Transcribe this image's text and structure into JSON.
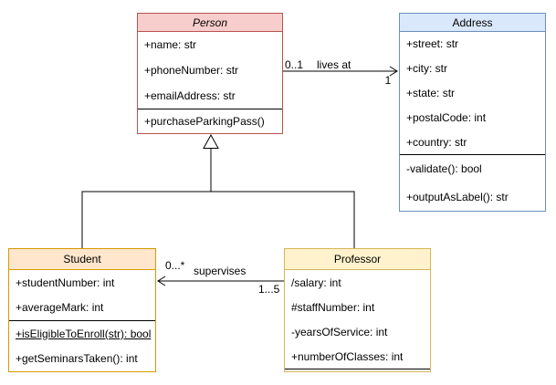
{
  "classes": [
    {
      "name": "Person",
      "abstract": true,
      "attributes": [
        "+name: str",
        "+phoneNumber: str",
        "+emailAddress: str"
      ],
      "methods": [
        "+purchaseParkingPass()"
      ],
      "fill": "#f8cecc",
      "stroke": "#b85450"
    },
    {
      "name": "Address",
      "abstract": false,
      "attributes": [
        "+street: str",
        "+city: str",
        "+state: str",
        "+postalCode: int",
        "+country: str"
      ],
      "methods": [
        "-validate(): bool",
        "+outputAsLabel(): str"
      ],
      "fill": "#dae8fc",
      "stroke": "#6c8ebf"
    },
    {
      "name": "Student",
      "abstract": false,
      "attributes": [
        "+studentNumber: int",
        "+averageMark: int"
      ],
      "methods": [
        "+isEligibleToEnroll(str): bool",
        "+getSeminarsTaken(): int"
      ],
      "static_method_index": 0,
      "fill": "#ffe6cc",
      "stroke": "#d79b00"
    },
    {
      "name": "Professor",
      "abstract": false,
      "attributes": [
        "/salary: int",
        "#staffNumber: int",
        "-yearsOfService: int",
        "+numberOfClasses: int"
      ],
      "methods": [],
      "fill": "#fff2cc",
      "stroke": "#d6b656"
    }
  ],
  "relationships": {
    "lives_at": {
      "type": "association",
      "label": "lives at",
      "source": "Person",
      "target": "Address",
      "source_multiplicity": "0..1",
      "target_multiplicity": "1"
    },
    "supervises": {
      "type": "association",
      "label": "supervises",
      "source": "Professor",
      "target": "Student",
      "source_multiplicity": "1...5",
      "target_multiplicity": "0...*"
    },
    "generalizations": [
      {
        "source": "Student",
        "target": "Person"
      },
      {
        "source": "Professor",
        "target": "Person"
      }
    ]
  }
}
